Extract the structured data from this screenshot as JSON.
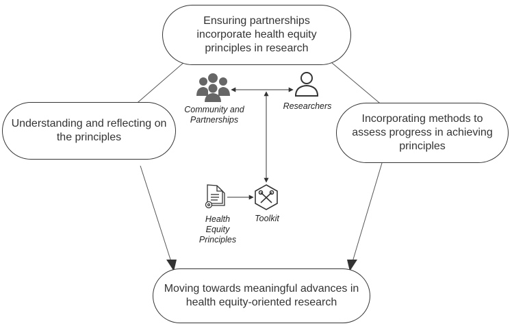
{
  "nodes": {
    "top": {
      "label": "Ensuring partnerships\nincorporate health equity\nprinciples in research"
    },
    "left": {
      "label": "Understanding and reflecting on\nthe principles"
    },
    "right": {
      "label": "Incorporating methods to\nassess progress in achieving\nprinciples"
    },
    "bottom": {
      "label": "Moving towards meaningful advances in\nhealth equity-oriented research"
    }
  },
  "icons": {
    "community": {
      "label": "Community and\nPartnerships",
      "icon": "people-group-icon"
    },
    "researchers": {
      "label": "Researchers",
      "icon": "person-icon"
    },
    "principles": {
      "label": "Health\nEquity\nPrinciples",
      "icon": "document-gear-icon"
    },
    "toolkit": {
      "label": "Toolkit",
      "icon": "tools-hexagon-icon"
    }
  },
  "colors": {
    "stroke": "#333333",
    "icon_gray": "#666666"
  }
}
